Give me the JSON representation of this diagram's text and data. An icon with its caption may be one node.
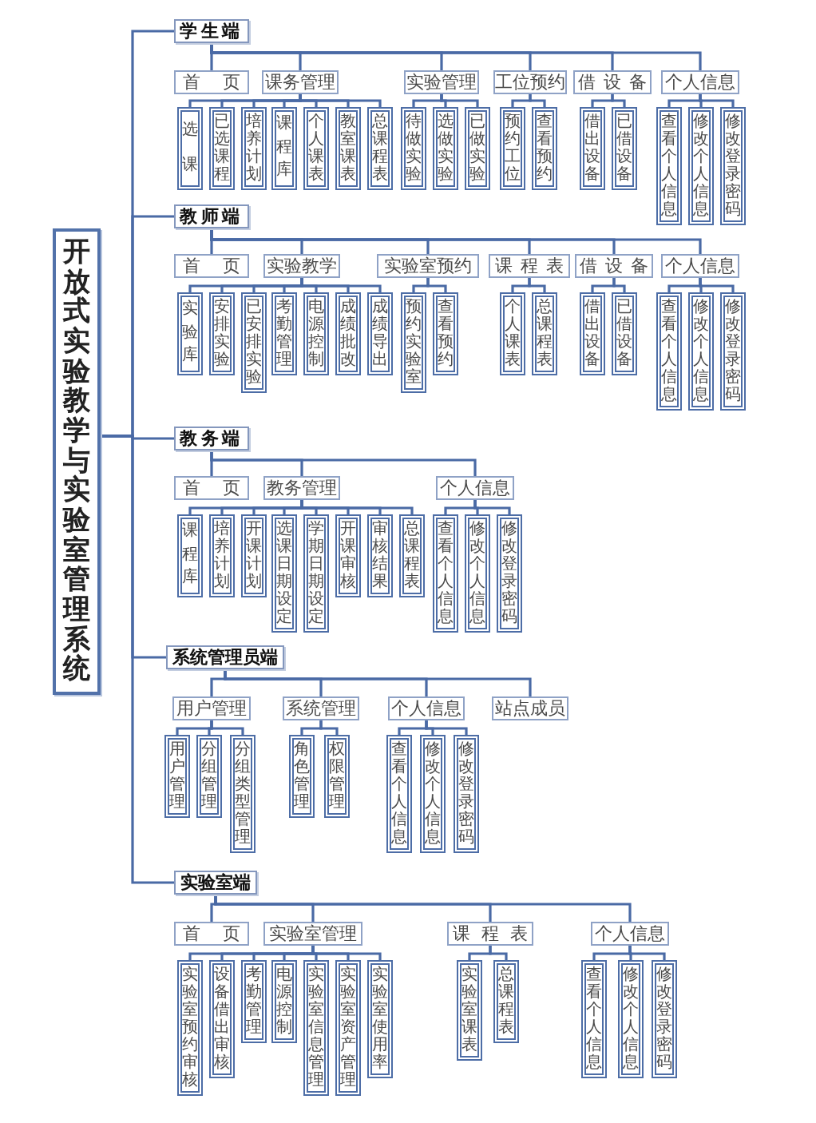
{
  "diagram": {
    "nodes": [
      {
        "text": [
          "开放式实验教学与实验室管理系统"
        ]
      },
      {
        "text": [
          "学生端"
        ]
      },
      {
        "text": [
          "首 页"
        ]
      },
      {
        "text": [
          "课务管理"
        ]
      },
      {
        "text": [
          "选课"
        ]
      },
      {
        "text": [
          "已选课程"
        ]
      },
      {
        "text": [
          "培养计划"
        ]
      },
      {
        "text": [
          "课程库"
        ]
      },
      {
        "text": [
          "个人课表"
        ]
      },
      {
        "text": [
          "教室课表"
        ]
      },
      {
        "text": [
          "总课程表"
        ]
      },
      {
        "text": [
          "实验管理"
        ]
      },
      {
        "text": [
          "待做实验"
        ]
      },
      {
        "text": [
          "选做实验"
        ]
      },
      {
        "text": [
          "已做实验"
        ]
      },
      {
        "text": [
          "工位预约"
        ]
      },
      {
        "text": [
          "预约工位"
        ]
      },
      {
        "text": [
          "查看预约"
        ]
      },
      {
        "text": [
          "借 设 备"
        ]
      },
      {
        "text": [
          "借出设备"
        ]
      },
      {
        "text": [
          "已借设备"
        ]
      },
      {
        "text": [
          "个人信息"
        ]
      },
      {
        "text": [
          "查看个人信息"
        ]
      },
      {
        "text": [
          "修改个人信息"
        ]
      },
      {
        "text": [
          "修改登录密码"
        ]
      },
      {
        "text": [
          "教师端"
        ]
      },
      {
        "text": [
          "首 页"
        ]
      },
      {
        "text": [
          "实验教学"
        ]
      },
      {
        "text": [
          "实验库"
        ]
      },
      {
        "text": [
          "安排实验"
        ]
      },
      {
        "text": [
          "已安排实验"
        ]
      },
      {
        "text": [
          "考勤管理"
        ]
      },
      {
        "text": [
          "电源控制"
        ]
      },
      {
        "text": [
          "成绩批改"
        ]
      },
      {
        "text": [
          "成绩导出"
        ]
      },
      {
        "text": [
          "实验室预约"
        ]
      },
      {
        "text": [
          "预约实验室"
        ]
      },
      {
        "text": [
          "查看预约"
        ]
      },
      {
        "text": [
          "课 程 表"
        ]
      },
      {
        "text": [
          "个人课表"
        ]
      },
      {
        "text": [
          "总课程表"
        ]
      },
      {
        "text": [
          "借 设 备"
        ]
      },
      {
        "text": [
          "借出设备"
        ]
      },
      {
        "text": [
          "已借设备"
        ]
      },
      {
        "text": [
          "个人信息"
        ]
      },
      {
        "text": [
          "查看个人信息"
        ]
      },
      {
        "text": [
          "修改个人信息"
        ]
      },
      {
        "text": [
          "修改登录密码"
        ]
      },
      {
        "text": [
          "教务端"
        ]
      },
      {
        "text": [
          "首 页"
        ]
      },
      {
        "text": [
          "教务管理"
        ]
      },
      {
        "text": [
          "课程库"
        ]
      },
      {
        "text": [
          "培养计划"
        ]
      },
      {
        "text": [
          "开课计划"
        ]
      },
      {
        "text": [
          "选课日期设定"
        ]
      },
      {
        "text": [
          "学期日期设定"
        ]
      },
      {
        "text": [
          "开课审核"
        ]
      },
      {
        "text": [
          "审核结果"
        ]
      },
      {
        "text": [
          "总课程表"
        ]
      },
      {
        "text": [
          "个人信息"
        ]
      },
      {
        "text": [
          "查看个人信息"
        ]
      },
      {
        "text": [
          "修改个人信息"
        ]
      },
      {
        "text": [
          "修改登录密码"
        ]
      },
      {
        "text": [
          "系统管理员端"
        ]
      },
      {
        "text": [
          "用户管理"
        ]
      },
      {
        "text": [
          "用户管理"
        ]
      },
      {
        "text": [
          "分组管理"
        ]
      },
      {
        "text": [
          "分组类型管理"
        ]
      },
      {
        "text": [
          "系统管理"
        ]
      },
      {
        "text": [
          "角色管理"
        ]
      },
      {
        "text": [
          "权限管理"
        ]
      },
      {
        "text": [
          "个人信息"
        ]
      },
      {
        "text": [
          "查看个人信息"
        ]
      },
      {
        "text": [
          "修改个人信息"
        ]
      },
      {
        "text": [
          "修改登录密码"
        ]
      },
      {
        "text": [
          "站点成员"
        ]
      },
      {
        "text": [
          "实验室端"
        ]
      },
      {
        "text": [
          "首 页"
        ]
      },
      {
        "text": [
          "实验室管理"
        ]
      },
      {
        "text": [
          "实验室预约审核"
        ]
      },
      {
        "text": [
          "设备借出审核"
        ]
      },
      {
        "text": [
          "考勤管理"
        ]
      },
      {
        "text": [
          "电源控制"
        ]
      },
      {
        "text": [
          "实验室信息管理"
        ]
      },
      {
        "text": [
          "实验室资产管理"
        ]
      },
      {
        "text": [
          "实验室使用率"
        ]
      },
      {
        "text": [
          "课 程 表"
        ]
      },
      {
        "text": [
          "实验室课表"
        ]
      },
      {
        "text": [
          "总课程表"
        ]
      },
      {
        "text": [
          "个人信息"
        ]
      },
      {
        "text": [
          "查看个人信息"
        ]
      },
      {
        "text": [
          "修改个人信息"
        ]
      },
      {
        "text": [
          "修改登录密码"
        ]
      }
    ],
    "edges": [
      {
        "from": 0,
        "to": 1,
        "arrow": "none"
      },
      {
        "from": 0,
        "to": 25,
        "arrow": "none"
      },
      {
        "from": 0,
        "to": 48,
        "arrow": "none"
      },
      {
        "from": 0,
        "to": 63,
        "arrow": "none"
      },
      {
        "from": 0,
        "to": 76,
        "arrow": "none"
      },
      {
        "from": 1,
        "to": 2,
        "arrow": "none"
      },
      {
        "from": 1,
        "to": 3,
        "arrow": "none"
      },
      {
        "from": 1,
        "to": 11,
        "arrow": "none"
      },
      {
        "from": 1,
        "to": 15,
        "arrow": "none"
      },
      {
        "from": 1,
        "to": 18,
        "arrow": "none"
      },
      {
        "from": 1,
        "to": 21,
        "arrow": "none"
      },
      {
        "from": 3,
        "to": 4,
        "arrow": "none"
      },
      {
        "from": 3,
        "to": 5,
        "arrow": "none"
      },
      {
        "from": 3,
        "to": 6,
        "arrow": "none"
      },
      {
        "from": 3,
        "to": 7,
        "arrow": "none"
      },
      {
        "from": 3,
        "to": 8,
        "arrow": "none"
      },
      {
        "from": 3,
        "to": 9,
        "arrow": "none"
      },
      {
        "from": 3,
        "to": 10,
        "arrow": "none"
      },
      {
        "from": 11,
        "to": 12,
        "arrow": "none"
      },
      {
        "from": 11,
        "to": 13,
        "arrow": "none"
      },
      {
        "from": 11,
        "to": 14,
        "arrow": "none"
      },
      {
        "from": 15,
        "to": 16,
        "arrow": "none"
      },
      {
        "from": 15,
        "to": 17,
        "arrow": "none"
      },
      {
        "from": 18,
        "to": 19,
        "arrow": "none"
      },
      {
        "from": 18,
        "to": 20,
        "arrow": "none"
      },
      {
        "from": 21,
        "to": 22,
        "arrow": "none"
      },
      {
        "from": 21,
        "to": 23,
        "arrow": "none"
      },
      {
        "from": 21,
        "to": 24,
        "arrow": "none"
      },
      {
        "from": 25,
        "to": 26,
        "arrow": "none"
      },
      {
        "from": 25,
        "to": 27,
        "arrow": "none"
      },
      {
        "from": 25,
        "to": 35,
        "arrow": "none"
      },
      {
        "from": 25,
        "to": 38,
        "arrow": "none"
      },
      {
        "from": 25,
        "to": 41,
        "arrow": "none"
      },
      {
        "from": 25,
        "to": 44,
        "arrow": "none"
      },
      {
        "from": 27,
        "to": 28,
        "arrow": "none"
      },
      {
        "from": 27,
        "to": 29,
        "arrow": "none"
      },
      {
        "from": 27,
        "to": 30,
        "arrow": "none"
      },
      {
        "from": 27,
        "to": 31,
        "arrow": "none"
      },
      {
        "from": 27,
        "to": 32,
        "arrow": "none"
      },
      {
        "from": 27,
        "to": 33,
        "arrow": "none"
      },
      {
        "from": 27,
        "to": 34,
        "arrow": "none"
      },
      {
        "from": 35,
        "to": 36,
        "arrow": "none"
      },
      {
        "from": 35,
        "to": 37,
        "arrow": "none"
      },
      {
        "from": 38,
        "to": 39,
        "arrow": "none"
      },
      {
        "from": 38,
        "to": 40,
        "arrow": "none"
      },
      {
        "from": 41,
        "to": 42,
        "arrow": "none"
      },
      {
        "from": 41,
        "to": 43,
        "arrow": "none"
      },
      {
        "from": 44,
        "to": 45,
        "arrow": "none"
      },
      {
        "from": 44,
        "to": 46,
        "arrow": "none"
      },
      {
        "from": 44,
        "to": 47,
        "arrow": "none"
      },
      {
        "from": 48,
        "to": 49,
        "arrow": "none"
      },
      {
        "from": 48,
        "to": 50,
        "arrow": "none"
      },
      {
        "from": 48,
        "to": 59,
        "arrow": "none"
      },
      {
        "from": 50,
        "to": 51,
        "arrow": "none"
      },
      {
        "from": 50,
        "to": 52,
        "arrow": "none"
      },
      {
        "from": 50,
        "to": 53,
        "arrow": "none"
      },
      {
        "from": 50,
        "to": 54,
        "arrow": "none"
      },
      {
        "from": 50,
        "to": 55,
        "arrow": "none"
      },
      {
        "from": 50,
        "to": 56,
        "arrow": "none"
      },
      {
        "from": 50,
        "to": 57,
        "arrow": "none"
      },
      {
        "from": 50,
        "to": 58,
        "arrow": "none"
      },
      {
        "from": 59,
        "to": 60,
        "arrow": "none"
      },
      {
        "from": 59,
        "to": 61,
        "arrow": "none"
      },
      {
        "from": 59,
        "to": 62,
        "arrow": "none"
      },
      {
        "from": 63,
        "to": 64,
        "arrow": "none"
      },
      {
        "from": 63,
        "to": 68,
        "arrow": "none"
      },
      {
        "from": 63,
        "to": 71,
        "arrow": "none"
      },
      {
        "from": 63,
        "to": 75,
        "arrow": "none"
      },
      {
        "from": 64,
        "to": 65,
        "arrow": "none"
      },
      {
        "from": 64,
        "to": 66,
        "arrow": "none"
      },
      {
        "from": 64,
        "to": 67,
        "arrow": "none"
      },
      {
        "from": 68,
        "to": 69,
        "arrow": "none"
      },
      {
        "from": 68,
        "to": 70,
        "arrow": "none"
      },
      {
        "from": 71,
        "to": 72,
        "arrow": "none"
      },
      {
        "from": 71,
        "to": 73,
        "arrow": "none"
      },
      {
        "from": 71,
        "to": 74,
        "arrow": "none"
      },
      {
        "from": 76,
        "to": 77,
        "arrow": "none"
      },
      {
        "from": 76,
        "to": 78,
        "arrow": "none"
      },
      {
        "from": 76,
        "to": 86,
        "arrow": "none"
      },
      {
        "from": 76,
        "to": 89,
        "arrow": "none"
      },
      {
        "from": 78,
        "to": 79,
        "arrow": "none"
      },
      {
        "from": 78,
        "to": 80,
        "arrow": "none"
      },
      {
        "from": 78,
        "to": 81,
        "arrow": "none"
      },
      {
        "from": 78,
        "to": 82,
        "arrow": "none"
      },
      {
        "from": 78,
        "to": 83,
        "arrow": "none"
      },
      {
        "from": 78,
        "to": 84,
        "arrow": "none"
      },
      {
        "from": 78,
        "to": 85,
        "arrow": "none"
      },
      {
        "from": 86,
        "to": 87,
        "arrow": "none"
      },
      {
        "from": 86,
        "to": 88,
        "arrow": "none"
      },
      {
        "from": 89,
        "to": 90,
        "arrow": "none"
      },
      {
        "from": 89,
        "to": 91,
        "arrow": "none"
      },
      {
        "from": 89,
        "to": 92,
        "arrow": "none"
      }
    ]
  }
}
